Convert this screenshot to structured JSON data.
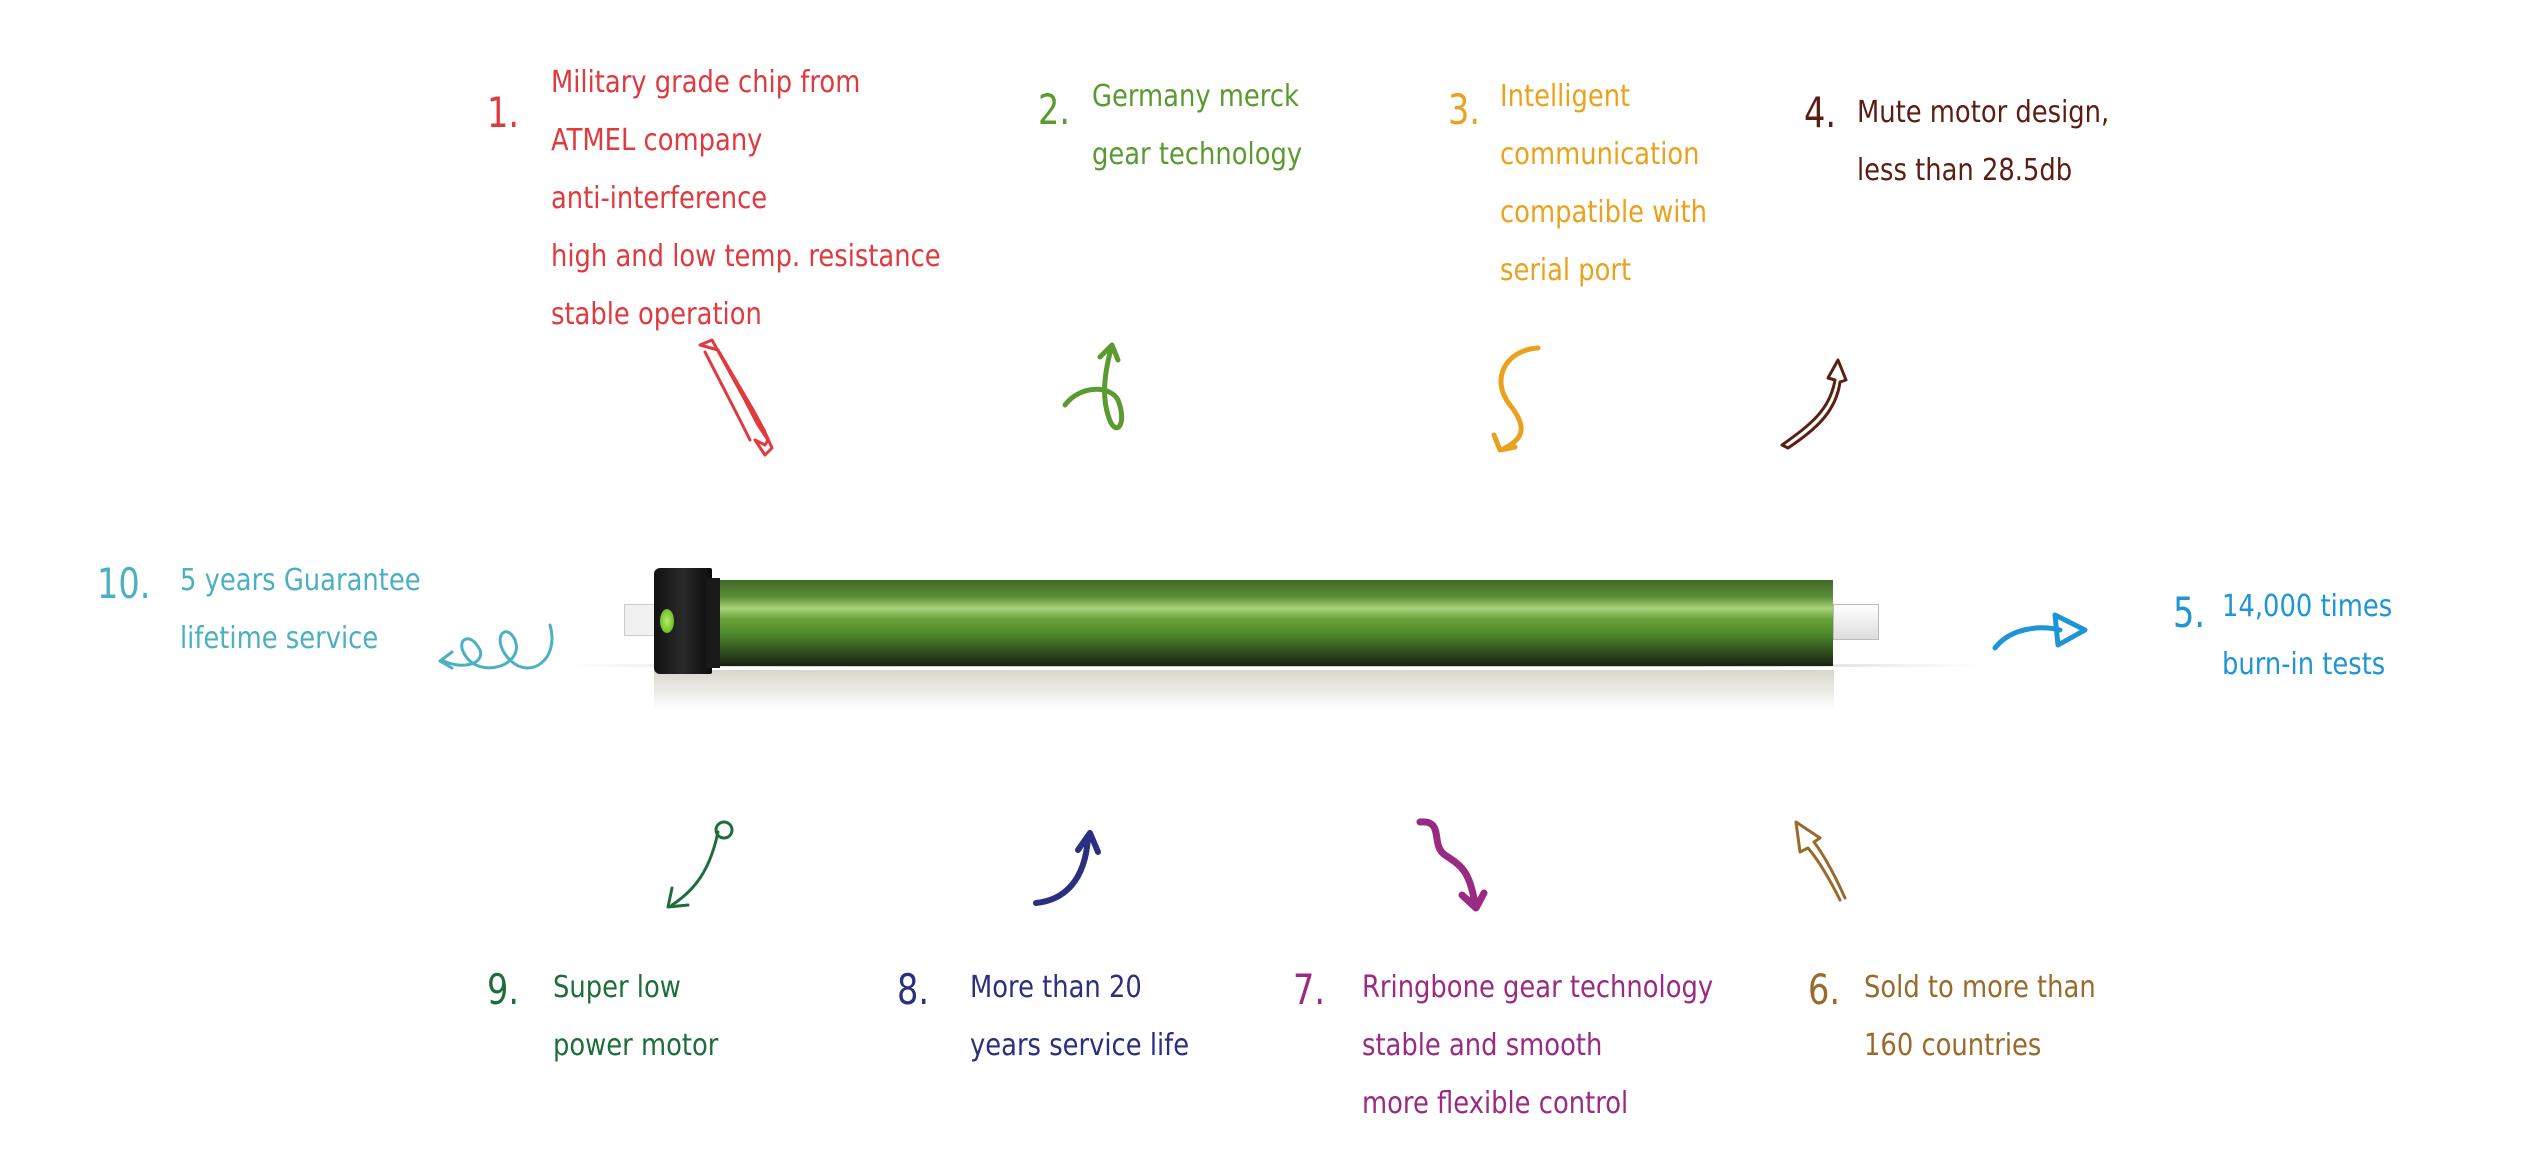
{
  "colors": {
    "f1": "#e0393e",
    "f2": "#5a9a2f",
    "f3": "#eaa21e",
    "f4": "#5c1e12",
    "f5": "#1e95d6",
    "f6": "#9a6a2c",
    "f7": "#9a2a83",
    "f8": "#2b2f7f",
    "f9": "#1e6e3c",
    "f10": "#4cb0c2",
    "motor_body": "#4f8a2c"
  },
  "features": [
    {
      "number": "1.",
      "lines": [
        "Military grade chip from",
        "ATMEL company",
        "anti-interference",
        "high and low temp. resistance",
        "stable operation"
      ]
    },
    {
      "number": "2.",
      "lines": [
        "Germany merck",
        "gear technology"
      ]
    },
    {
      "number": "3.",
      "lines": [
        "Intelligent",
        "communication",
        "compatible with",
        "serial port"
      ]
    },
    {
      "number": "4.",
      "lines": [
        "Mute motor design,",
        "less than 28.5db"
      ]
    },
    {
      "number": "5.",
      "lines": [
        "14,000 times",
        "burn-in tests"
      ]
    },
    {
      "number": "6.",
      "lines": [
        "Sold to more than",
        "160 countries"
      ]
    },
    {
      "number": "7.",
      "lines": [
        "Rringbone gear technology",
        "stable and smooth",
        "more flexible control"
      ]
    },
    {
      "number": "8.",
      "lines": [
        "More than 20",
        "years service life"
      ]
    },
    {
      "number": "9.",
      "lines": [
        "Super low",
        "power motor"
      ]
    },
    {
      "number": "10.",
      "lines": [
        "5 years Guarantee",
        "lifetime service"
      ]
    }
  ]
}
